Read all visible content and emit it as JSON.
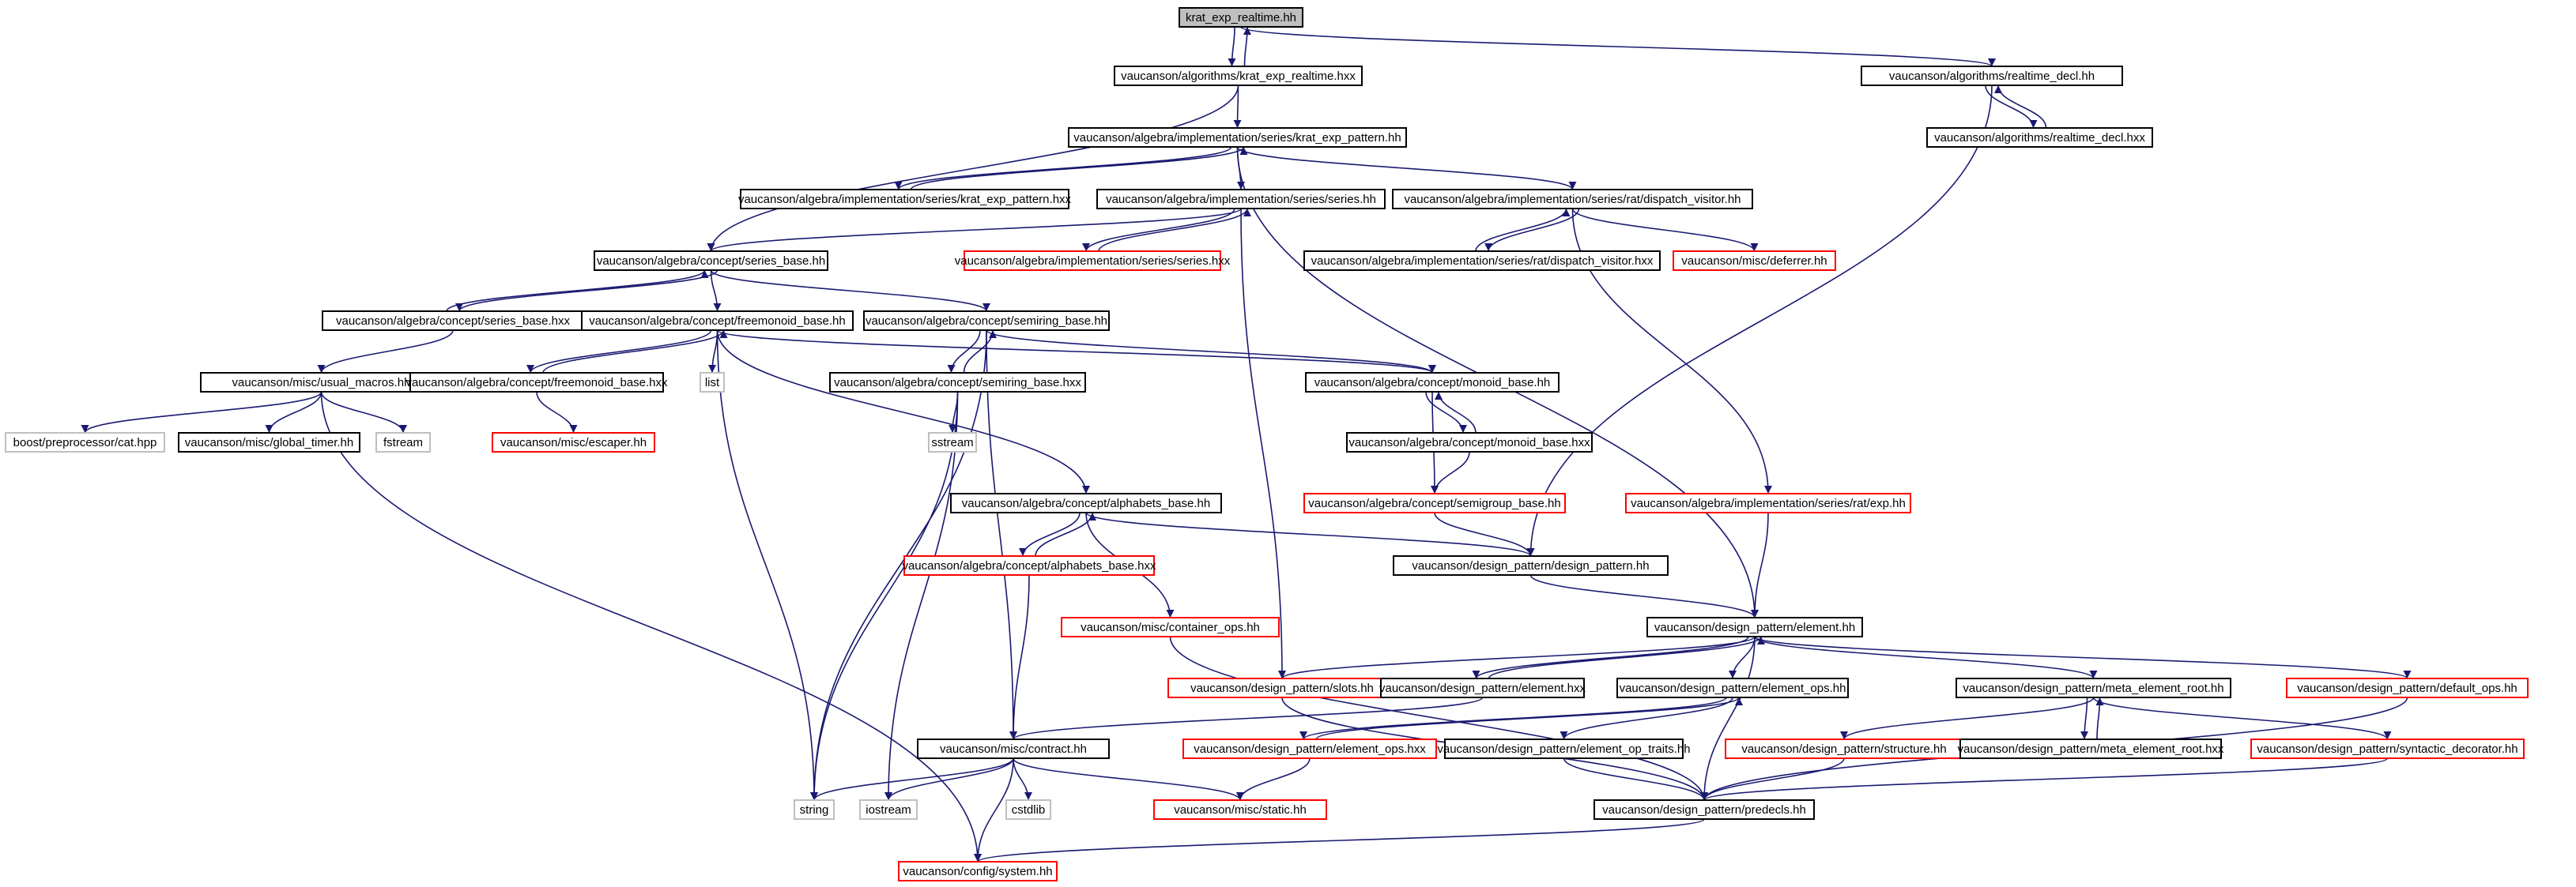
{
  "colors": {
    "edge": "#191970",
    "arrowhead": "#191970",
    "border_default": "#000000",
    "border_missing": "#ff0000",
    "border_external": "#bfbfbf",
    "focus_fill": "#bfbfbf",
    "label_text": "#000000"
  },
  "nodes": [
    {
      "id": "n0",
      "label": "krat_exp_realtime.hh",
      "style": "focus"
    },
    {
      "id": "n1",
      "label": "vaucanson/algorithms/krat_exp_realtime.hxx",
      "style": "default"
    },
    {
      "id": "n2",
      "label": "vaucanson/algorithms/realtime_decl.hh",
      "style": "default"
    },
    {
      "id": "n3",
      "label": "vaucanson/algebra/implementation/series/krat_exp_pattern.hh",
      "style": "default"
    },
    {
      "id": "n4",
      "label": "vaucanson/algorithms/realtime_decl.hxx",
      "style": "default"
    },
    {
      "id": "n5",
      "label": "vaucanson/algebra/implementation/series/krat_exp_pattern.hxx",
      "style": "default"
    },
    {
      "id": "n6",
      "label": "vaucanson/algebra/implementation/series/series.hh",
      "style": "default"
    },
    {
      "id": "n7",
      "label": "vaucanson/algebra/implementation/series/rat/dispatch_visitor.hh",
      "style": "default"
    },
    {
      "id": "n8",
      "label": "vaucanson/algebra/concept/series_base.hh",
      "style": "default"
    },
    {
      "id": "n9",
      "label": "vaucanson/algebra/implementation/series/series.hxx",
      "style": "missing"
    },
    {
      "id": "n10",
      "label": "vaucanson/algebra/implementation/series/rat/dispatch_visitor.hxx",
      "style": "default"
    },
    {
      "id": "n11",
      "label": "vaucanson/misc/deferrer.hh",
      "style": "missing"
    },
    {
      "id": "n12",
      "label": "vaucanson/algebra/concept/series_base.hxx",
      "style": "default"
    },
    {
      "id": "n13",
      "label": "vaucanson/algebra/concept/freemonoid_base.hh",
      "style": "default"
    },
    {
      "id": "n14",
      "label": "vaucanson/algebra/concept/semiring_base.hh",
      "style": "default"
    },
    {
      "id": "n15",
      "label": "vaucanson/misc/usual_macros.hh",
      "style": "default"
    },
    {
      "id": "n16",
      "label": "vaucanson/algebra/concept/freemonoid_base.hxx",
      "style": "default"
    },
    {
      "id": "n17",
      "label": "list",
      "style": "external"
    },
    {
      "id": "n18",
      "label": "vaucanson/algebra/concept/semiring_base.hxx",
      "style": "default"
    },
    {
      "id": "n19",
      "label": "vaucanson/algebra/concept/monoid_base.hh",
      "style": "default"
    },
    {
      "id": "n20",
      "label": "boost/preprocessor/cat.hpp",
      "style": "external"
    },
    {
      "id": "n21",
      "label": "vaucanson/misc/global_timer.hh",
      "style": "default"
    },
    {
      "id": "n22",
      "label": "fstream",
      "style": "external"
    },
    {
      "id": "n23",
      "label": "vaucanson/misc/escaper.hh",
      "style": "missing"
    },
    {
      "id": "n24",
      "label": "sstream",
      "style": "external"
    },
    {
      "id": "n25",
      "label": "vaucanson/algebra/concept/monoid_base.hxx",
      "style": "default"
    },
    {
      "id": "n26",
      "label": "vaucanson/algebra/concept/alphabets_base.hh",
      "style": "default"
    },
    {
      "id": "n27",
      "label": "vaucanson/algebra/concept/semigroup_base.hh",
      "style": "missing"
    },
    {
      "id": "n28",
      "label": "vaucanson/algebra/implementation/series/rat/exp.hh",
      "style": "missing"
    },
    {
      "id": "n29",
      "label": "vaucanson/algebra/concept/alphabets_base.hxx",
      "style": "missing"
    },
    {
      "id": "n30",
      "label": "vaucanson/design_pattern/design_pattern.hh",
      "style": "default"
    },
    {
      "id": "n31",
      "label": "vaucanson/misc/container_ops.hh",
      "style": "missing"
    },
    {
      "id": "n32",
      "label": "vaucanson/design_pattern/element.hh",
      "style": "default"
    },
    {
      "id": "n33",
      "label": "vaucanson/design_pattern/slots.hh",
      "style": "missing"
    },
    {
      "id": "n34",
      "label": "vaucanson/design_pattern/element.hxx",
      "style": "default"
    },
    {
      "id": "n35",
      "label": "vaucanson/design_pattern/element_ops.hh",
      "style": "default"
    },
    {
      "id": "n36",
      "label": "vaucanson/design_pattern/meta_element_root.hh",
      "style": "default"
    },
    {
      "id": "n37",
      "label": "vaucanson/design_pattern/default_ops.hh",
      "style": "missing"
    },
    {
      "id": "n38",
      "label": "vaucanson/misc/contract.hh",
      "style": "default"
    },
    {
      "id": "n39",
      "label": "vaucanson/design_pattern/element_ops.hxx",
      "style": "missing"
    },
    {
      "id": "n40",
      "label": "vaucanson/design_pattern/element_op_traits.hh",
      "style": "default"
    },
    {
      "id": "n41",
      "label": "vaucanson/design_pattern/structure.hh",
      "style": "missing"
    },
    {
      "id": "n42",
      "label": "vaucanson/design_pattern/meta_element_root.hxx",
      "style": "default"
    },
    {
      "id": "n43",
      "label": "vaucanson/design_pattern/syntactic_decorator.hh",
      "style": "missing"
    },
    {
      "id": "n44",
      "label": "string",
      "style": "external"
    },
    {
      "id": "n45",
      "label": "iostream",
      "style": "external"
    },
    {
      "id": "n46",
      "label": "cstdlib",
      "style": "external"
    },
    {
      "id": "n47",
      "label": "vaucanson/misc/static.hh",
      "style": "missing"
    },
    {
      "id": "n48",
      "label": "vaucanson/design_pattern/predecls.hh",
      "style": "default"
    },
    {
      "id": "n49",
      "label": "vaucanson/config/system.hh",
      "style": "missing"
    }
  ],
  "edges": [
    [
      "n0",
      "n1"
    ],
    [
      "n1",
      "n0"
    ],
    [
      "n0",
      "n2"
    ],
    [
      "n1",
      "n3"
    ],
    [
      "n1",
      "n8"
    ],
    [
      "n2",
      "n4"
    ],
    [
      "n4",
      "n2"
    ],
    [
      "n2",
      "n30"
    ],
    [
      "n3",
      "n5"
    ],
    [
      "n5",
      "n3"
    ],
    [
      "n3",
      "n6"
    ],
    [
      "n3",
      "n7"
    ],
    [
      "n3",
      "n32"
    ],
    [
      "n6",
      "n9"
    ],
    [
      "n9",
      "n6"
    ],
    [
      "n6",
      "n8"
    ],
    [
      "n6",
      "n33"
    ],
    [
      "n7",
      "n10"
    ],
    [
      "n10",
      "n7"
    ],
    [
      "n7",
      "n11"
    ],
    [
      "n7",
      "n28"
    ],
    [
      "n8",
      "n12"
    ],
    [
      "n12",
      "n8"
    ],
    [
      "n8",
      "n13"
    ],
    [
      "n8",
      "n14"
    ],
    [
      "n12",
      "n15"
    ],
    [
      "n13",
      "n16"
    ],
    [
      "n16",
      "n13"
    ],
    [
      "n13",
      "n17"
    ],
    [
      "n13",
      "n19"
    ],
    [
      "n13",
      "n26"
    ],
    [
      "n13",
      "n44"
    ],
    [
      "n14",
      "n18"
    ],
    [
      "n18",
      "n14"
    ],
    [
      "n14",
      "n19"
    ],
    [
      "n14",
      "n38"
    ],
    [
      "n14",
      "n44"
    ],
    [
      "n15",
      "n20"
    ],
    [
      "n15",
      "n21"
    ],
    [
      "n15",
      "n22"
    ],
    [
      "n15",
      "n49"
    ],
    [
      "n16",
      "n23"
    ],
    [
      "n18",
      "n24"
    ],
    [
      "n18",
      "n44"
    ],
    [
      "n18",
      "n45"
    ],
    [
      "n19",
      "n25"
    ],
    [
      "n25",
      "n19"
    ],
    [
      "n19",
      "n27"
    ],
    [
      "n25",
      "n27"
    ],
    [
      "n27",
      "n30"
    ],
    [
      "n26",
      "n29"
    ],
    [
      "n29",
      "n26"
    ],
    [
      "n26",
      "n30"
    ],
    [
      "n26",
      "n31"
    ],
    [
      "n29",
      "n38"
    ],
    [
      "n28",
      "n32"
    ],
    [
      "n30",
      "n32"
    ],
    [
      "n31",
      "n48"
    ],
    [
      "n32",
      "n33"
    ],
    [
      "n32",
      "n34"
    ],
    [
      "n34",
      "n32"
    ],
    [
      "n32",
      "n35"
    ],
    [
      "n32",
      "n36"
    ],
    [
      "n32",
      "n37"
    ],
    [
      "n32",
      "n48"
    ],
    [
      "n33",
      "n48"
    ],
    [
      "n34",
      "n38"
    ],
    [
      "n35",
      "n39"
    ],
    [
      "n39",
      "n35"
    ],
    [
      "n35",
      "n40"
    ],
    [
      "n36",
      "n42"
    ],
    [
      "n42",
      "n36"
    ],
    [
      "n36",
      "n41"
    ],
    [
      "n36",
      "n43"
    ],
    [
      "n37",
      "n48"
    ],
    [
      "n38",
      "n44"
    ],
    [
      "n38",
      "n45"
    ],
    [
      "n38",
      "n46"
    ],
    [
      "n38",
      "n47"
    ],
    [
      "n38",
      "n49"
    ],
    [
      "n39",
      "n47"
    ],
    [
      "n40",
      "n48"
    ],
    [
      "n41",
      "n48"
    ],
    [
      "n43",
      "n48"
    ],
    [
      "n48",
      "n49"
    ]
  ]
}
